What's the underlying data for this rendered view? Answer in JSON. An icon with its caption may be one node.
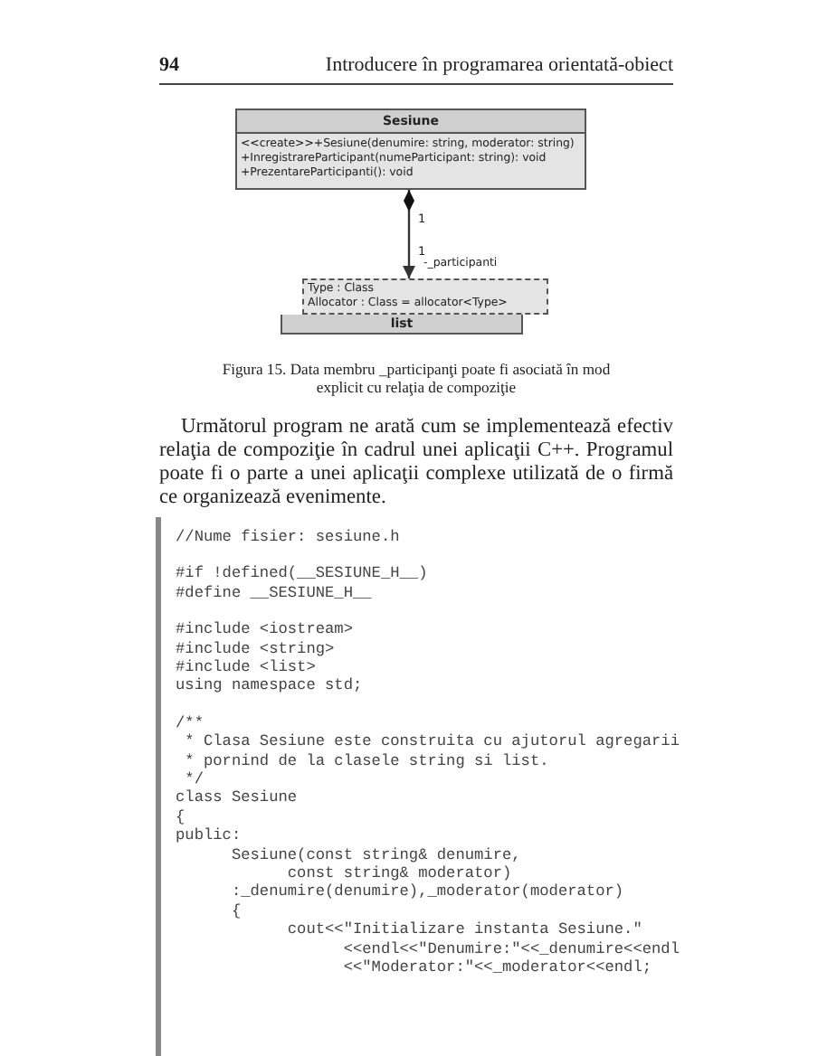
{
  "diagram": {
    "caption": "Figura 15. Data membru _participanţi poate fi asociată în mod explicit cu relaţia de compoziţie",
    "nodes": [
      {
        "text": [
          "Sesiune",
          "<<create>>+Sesiune(denumire: string, moderator: string)",
          "+InregistrareParticipant(numeParticipant: string): void",
          "+PrezentareParticipanti(): void"
        ]
      },
      {
        "text": [
          "list",
          "Type : Class",
          "Allocator : Class = allocator<Type>"
        ]
      }
    ],
    "edges": [
      {
        "from": 0,
        "to": 1,
        "arrow": "to",
        "label": "-_participanti"
      }
    ],
    "labels": [
      "94",
      "Introducere în programarea orientată-obiect",
      "1",
      "1",
      "Următorul program ne arată cum se implementează efectiv relaţia de compoziţie în cadrul unei aplicaţii C++. Programul poate fi o parte a unei aplicaţii complexe utilizată de o firmă ce organizează evenimente.",
      "//Nume fisier: sesiune.h",
      "#if !defined(__SESIUNE_H__)",
      "#define __SESIUNE_H__",
      "#include <iostream>",
      "#include <string>",
      "#include <list>",
      "using namespace std;",
      "/**",
      " * Clasa Sesiune este construita cu ajutorul agregarii",
      " * pornind de la clasele string si list.",
      " */",
      "class Sesiune",
      "{",
      "public:",
      "      Sesiune(const string& denumire,",
      "            const string& moderator)",
      "      :_denumire(denumire),_moderator(moderator)",
      "      {",
      "            cout<<\"Initializare instanta Sesiune.\"",
      "                  <<endl<<\"Denumire:\"<<_denumire<<endl",
      "                  <<\"Moderator:\"<<_moderator<<endl;"
    ]
  }
}
